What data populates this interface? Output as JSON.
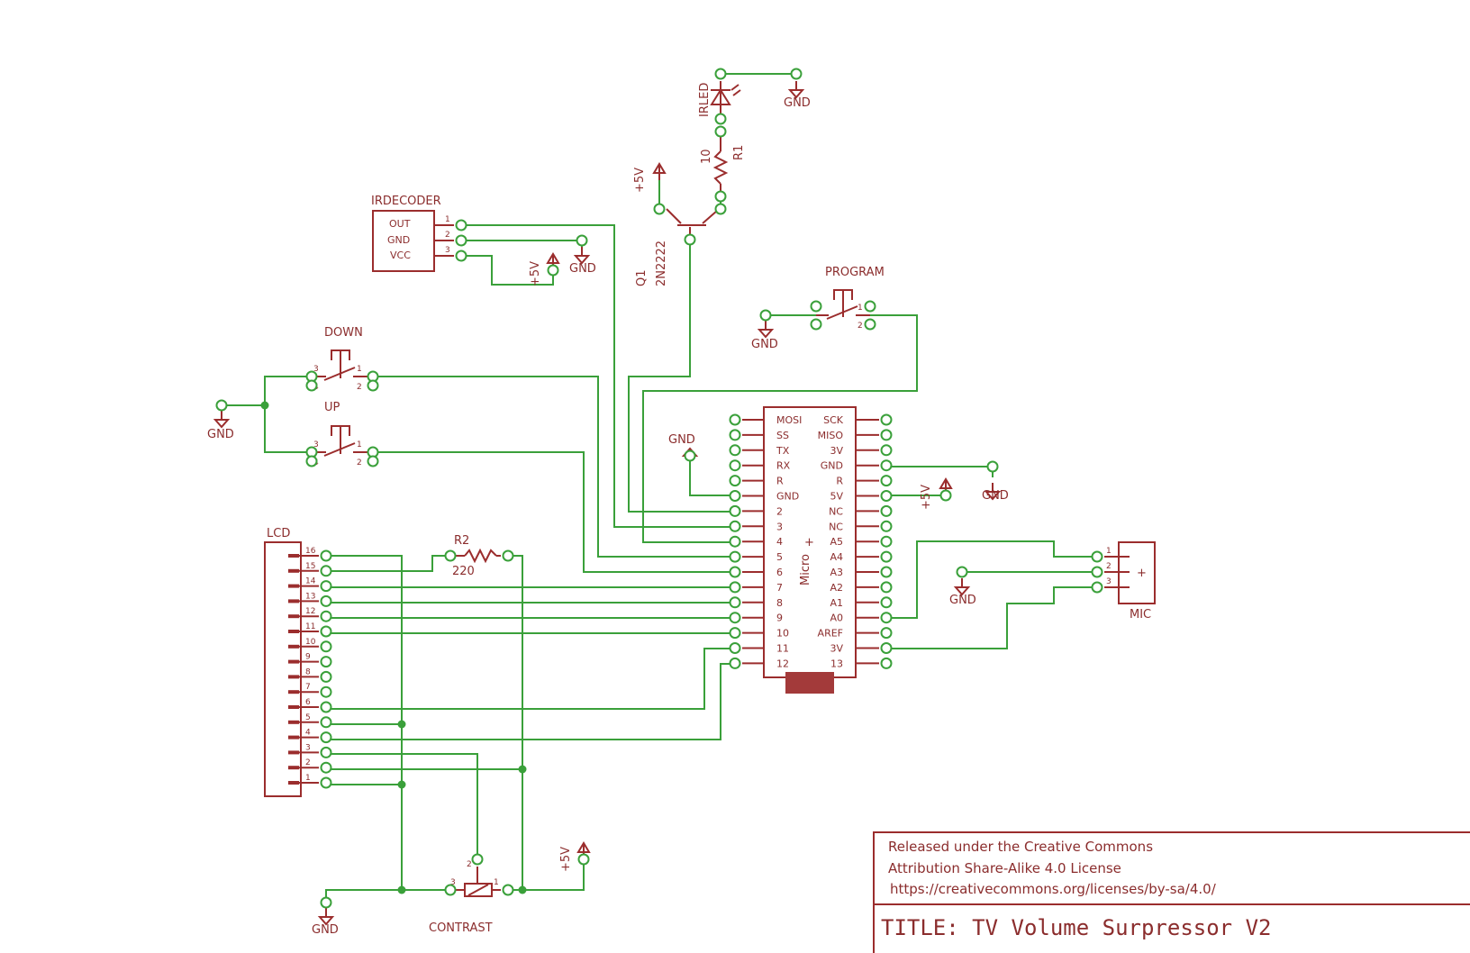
{
  "components": {
    "ir_led": {
      "label": "IRLED"
    },
    "r1": {
      "name": "R1",
      "value": "10"
    },
    "q1": {
      "name": "Q1",
      "value": "2N2222"
    },
    "ir_decoder": {
      "label": "IRDECODER",
      "pins": [
        "OUT",
        "GND",
        "VCC"
      ],
      "pin_numbers": [
        "1",
        "2",
        "3"
      ]
    },
    "program_button": {
      "label": "PROGRAM"
    },
    "down_button": {
      "label": "DOWN"
    },
    "up_button": {
      "label": "UP"
    },
    "lcd": {
      "label": "LCD",
      "pins": [
        "16",
        "15",
        "14",
        "13",
        "12",
        "11",
        "10",
        "9",
        "8",
        "7",
        "6",
        "5",
        "4",
        "3",
        "2",
        "1"
      ]
    },
    "r2": {
      "name": "R2",
      "value": "220"
    },
    "micro": {
      "label": "Micro",
      "left_pins": [
        "MOSI",
        "SS",
        "TX",
        "RX",
        "R",
        "GND",
        "2",
        "3",
        "4",
        "5",
        "6",
        "7",
        "8",
        "9",
        "10",
        "11",
        "12"
      ],
      "right_pins": [
        "SCK",
        "MISO",
        "3V",
        "GND",
        "R",
        "5V",
        "NC",
        "NC",
        "A5",
        "A4",
        "A3",
        "A2",
        "A1",
        "A0",
        "AREF",
        "3V",
        "13"
      ]
    },
    "mic": {
      "label": "MIC",
      "pins": [
        "1",
        "2",
        "3"
      ],
      "sign": "+"
    },
    "contrast": {
      "label": "CONTRAST"
    }
  },
  "power_labels": {
    "gnd": "GND",
    "vcc": "+5V"
  },
  "pin_nums": {
    "p1": "1",
    "p2": "2",
    "p3": "3",
    "p4": "4"
  },
  "license": {
    "line1": "Released under the Creative Commons",
    "line2": "Attribution Share-Alike 4.0 License",
    "line3": "https://creativecommons.org/licenses/by-sa/4.0/"
  },
  "title": "TITLE: TV Volume Surpressor V2",
  "colors": {
    "wire": "#3aa03a",
    "part": "#9b2d2d",
    "text": "#8b2d2d"
  }
}
